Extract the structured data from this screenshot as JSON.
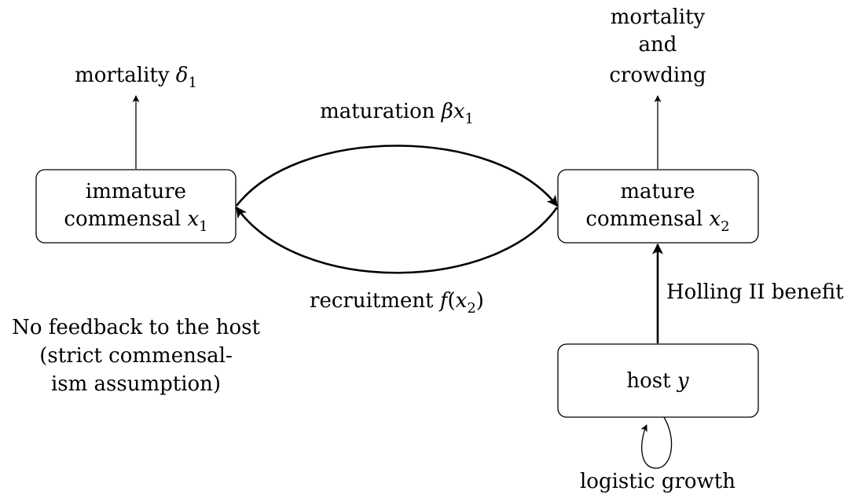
{
  "nodes": {
    "immature": {
      "line1": "immature",
      "line2_text": "commensal ",
      "line2_var": "x",
      "line2_sub": "1"
    },
    "mature": {
      "line1": "mature",
      "line2_text": "commensal ",
      "line2_var": "x",
      "line2_sub": "2"
    },
    "host": {
      "text": "host ",
      "var": "y"
    }
  },
  "edges": {
    "mortality_immature": {
      "text": "mortality ",
      "var": "δ",
      "sub": "1"
    },
    "mortality_mature": {
      "lines": [
        "mortality",
        "and",
        "crowding"
      ]
    },
    "maturation": {
      "text": "maturation ",
      "var": "βx",
      "sub": "1"
    },
    "recruitment": {
      "text": "recruitment ",
      "var": "f",
      "open": "(",
      "arg": "x",
      "sub": "2",
      "close": ")"
    },
    "holling": {
      "text": "Holling II benefit"
    },
    "logistic": {
      "text": "logistic growth"
    }
  },
  "note": {
    "lines": [
      "No feedback to the host",
      "(strict commensal-",
      "ism assumption)"
    ]
  },
  "colors": {
    "ink": "#000000",
    "background": "#ffffff"
  }
}
